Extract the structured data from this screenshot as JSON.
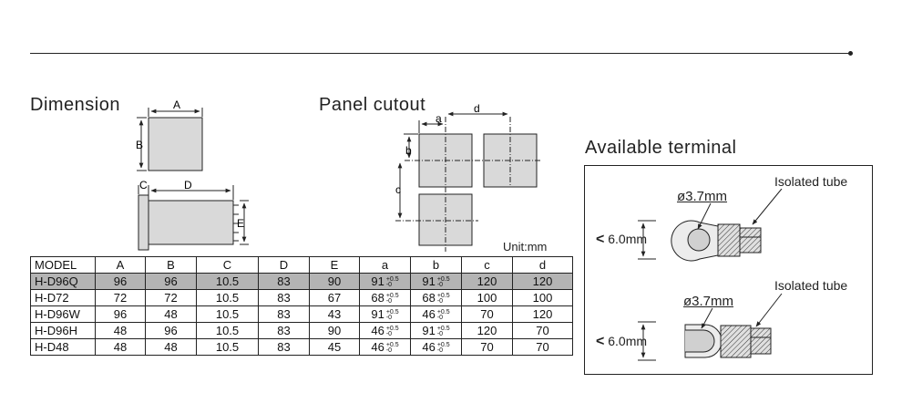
{
  "headings": {
    "dimension": "Dimension",
    "panel_cutout": "Panel cutout",
    "available_terminal": "Available terminal",
    "unit": "Unit:mm"
  },
  "dimension_labels": {
    "A": "A",
    "B": "B",
    "C": "C",
    "D": "D",
    "E": "E"
  },
  "cutout_labels": {
    "a": "a",
    "b": "b",
    "c": "c",
    "d": "d"
  },
  "table": {
    "columns": [
      "MODEL",
      "A",
      "B",
      "C",
      "D",
      "E",
      "a",
      "b",
      "c",
      "d"
    ],
    "tolerance": {
      "plus": "+0.5",
      "minus": "-0"
    },
    "rows": [
      {
        "model": "H-D96Q",
        "A": "96",
        "B": "96",
        "C": "10.5",
        "D": "83",
        "E": "90",
        "a": "91",
        "b": "91",
        "c": "120",
        "d": "120",
        "highlight": true
      },
      {
        "model": "H-D72",
        "A": "72",
        "B": "72",
        "C": "10.5",
        "D": "83",
        "E": "67",
        "a": "68",
        "b": "68",
        "c": "100",
        "d": "100",
        "highlight": false
      },
      {
        "model": "H-D96W",
        "A": "96",
        "B": "48",
        "C": "10.5",
        "D": "83",
        "E": "43",
        "a": "91",
        "b": "46",
        "c": "70",
        "d": "120",
        "highlight": false
      },
      {
        "model": "H-D96H",
        "A": "48",
        "B": "96",
        "C": "10.5",
        "D": "83",
        "E": "90",
        "a": "46",
        "b": "91",
        "c": "120",
        "d": "70",
        "highlight": false
      },
      {
        "model": "H-D48",
        "A": "48",
        "B": "48",
        "C": "10.5",
        "D": "83",
        "E": "45",
        "a": "46",
        "b": "46",
        "c": "70",
        "d": "70",
        "highlight": false
      }
    ]
  },
  "terminal": {
    "ring": {
      "hole": "ø3.7mm",
      "width": "6.0mm",
      "lt": "<",
      "tube": "Isolated tube"
    },
    "fork": {
      "hole": "ø3.7mm",
      "width": "6.0mm",
      "lt": "<",
      "tube": "Isolated tube"
    }
  },
  "colors": {
    "box_fill": "#d9d9d9",
    "highlight_row": "#b4b4b4",
    "line": "#222222"
  }
}
